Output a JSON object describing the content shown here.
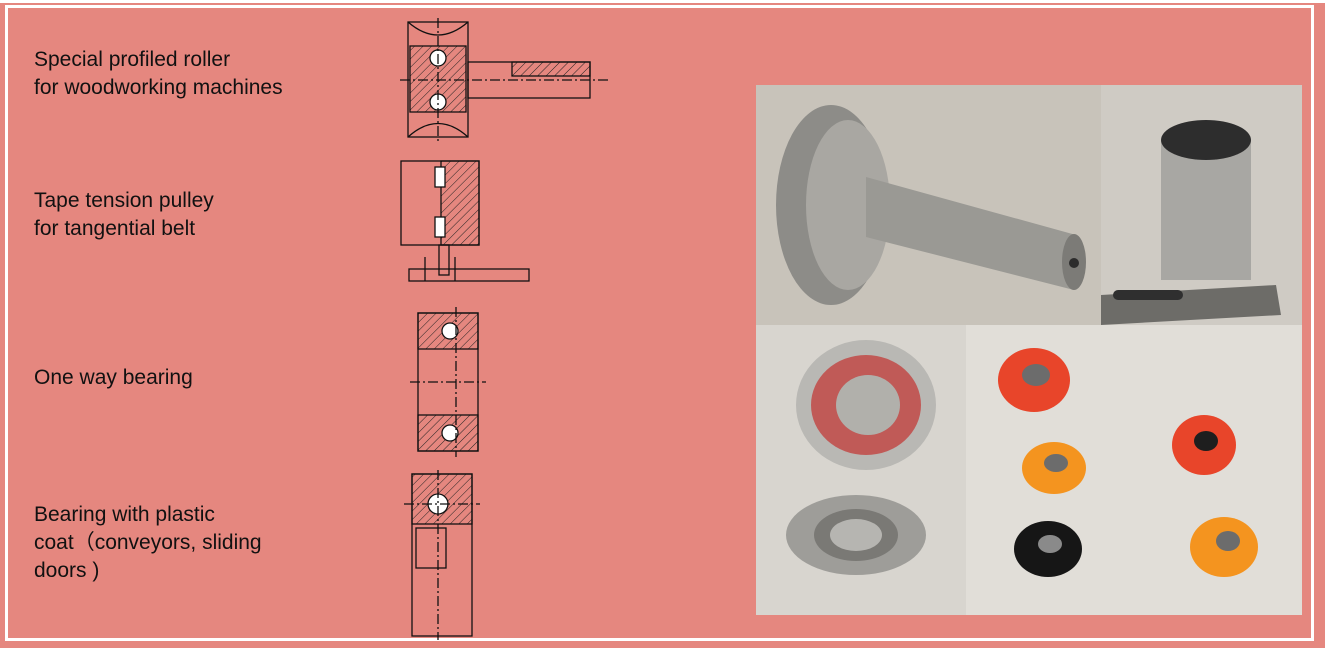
{
  "items": [
    {
      "label": "Special profiled roller\nfor woodworking machines"
    },
    {
      "label": "Tape tension pulley\nfor tangential belt"
    },
    {
      "label": "One way bearing"
    },
    {
      "label": "Bearing with plastic\ncoat（conveyors, sliding\ndoors )"
    }
  ],
  "icons": [
    "profiled-roller-drawing",
    "tension-pulley-drawing",
    "one-way-bearing-drawing",
    "plastic-coat-bearing-drawing"
  ],
  "colors": {
    "background": "#e5877f",
    "border": "#ffffff",
    "photo_background": "#dedbd2"
  }
}
